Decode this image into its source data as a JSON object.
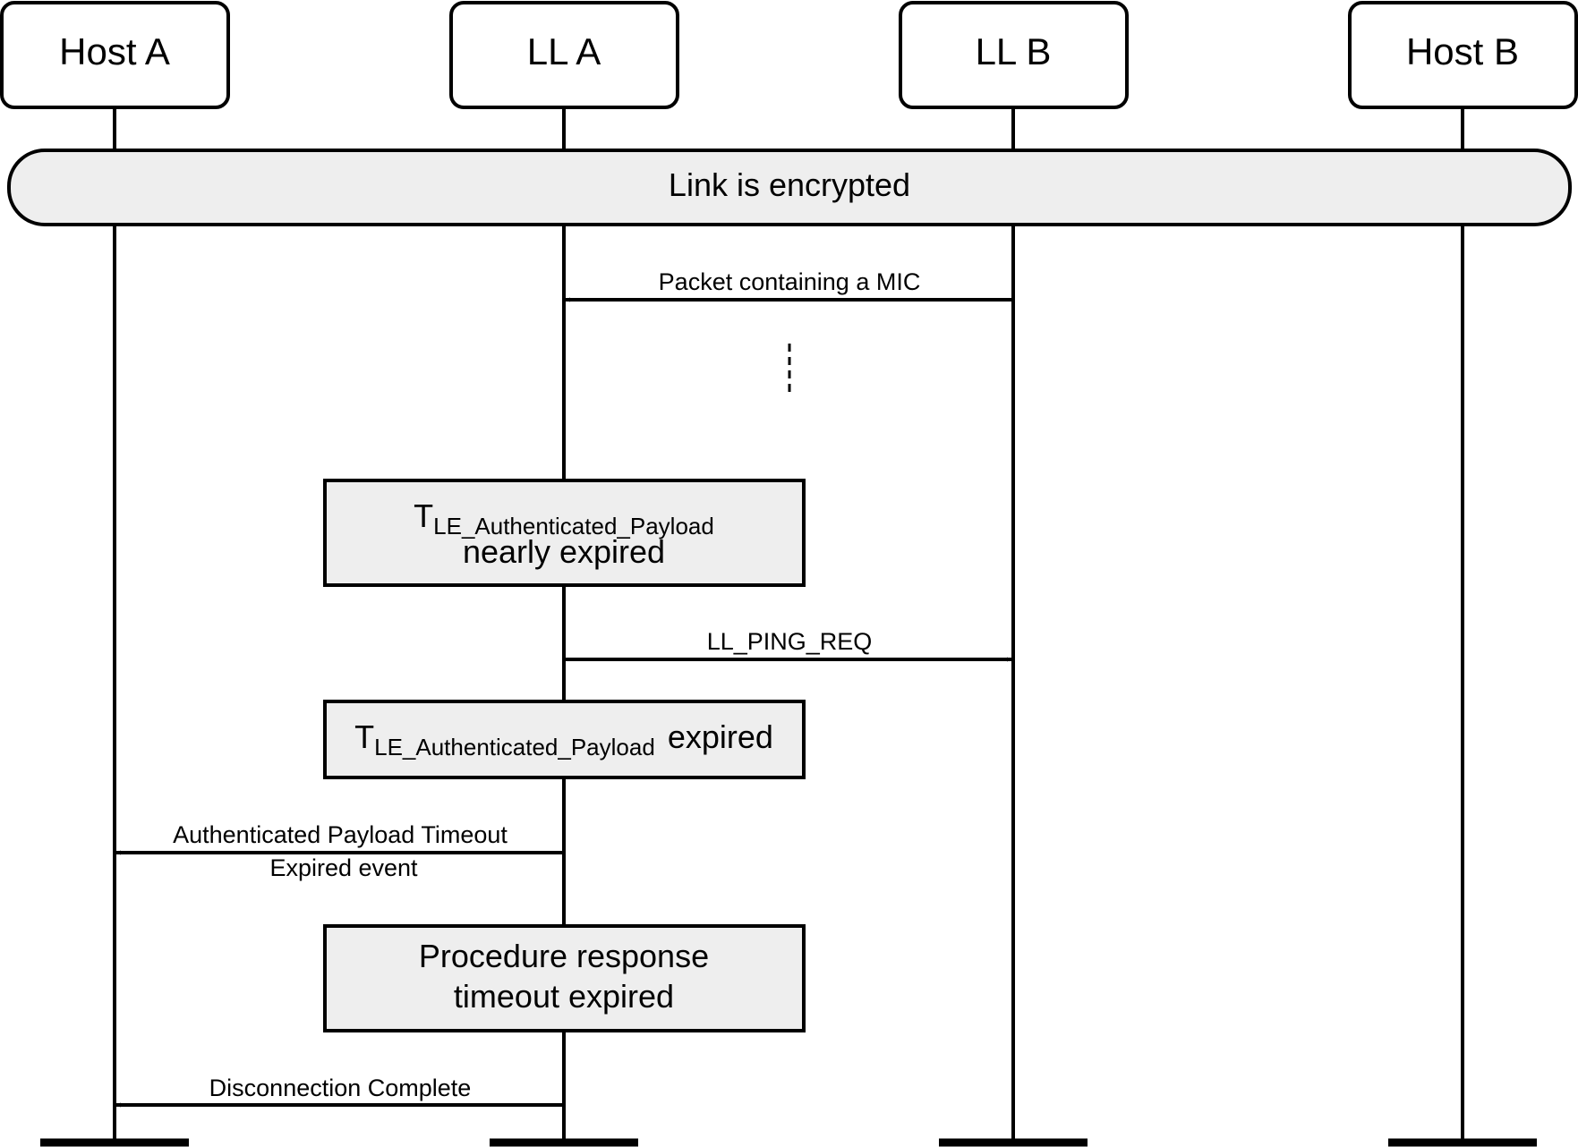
{
  "lifelines": {
    "host_a": "Host A",
    "ll_a": "LL A",
    "ll_b": "LL B",
    "host_b": "Host B"
  },
  "banner": {
    "text": "Link is encrypted"
  },
  "messages": {
    "packet_mic": "Packet containing a MIC",
    "ping_req": "LL_PING_REQ",
    "auth_timeout_line1": "Authenticated Payload Timeout",
    "auth_timeout_line2": "Expired event",
    "disconnection": "Disconnection Complete"
  },
  "state_boxes": {
    "nearly_expired": {
      "main": "T",
      "subscript": "LE_Authenticated_Payload",
      "line2": "nearly expired"
    },
    "expired": {
      "main": "T",
      "subscript": "LE_Authenticated_Payload",
      "suffix": "expired"
    },
    "procedure": {
      "line1": "Procedure response",
      "line2": "timeout expired"
    }
  },
  "colors": {
    "box_fill": "#eeeeee",
    "stroke": "#000000"
  }
}
